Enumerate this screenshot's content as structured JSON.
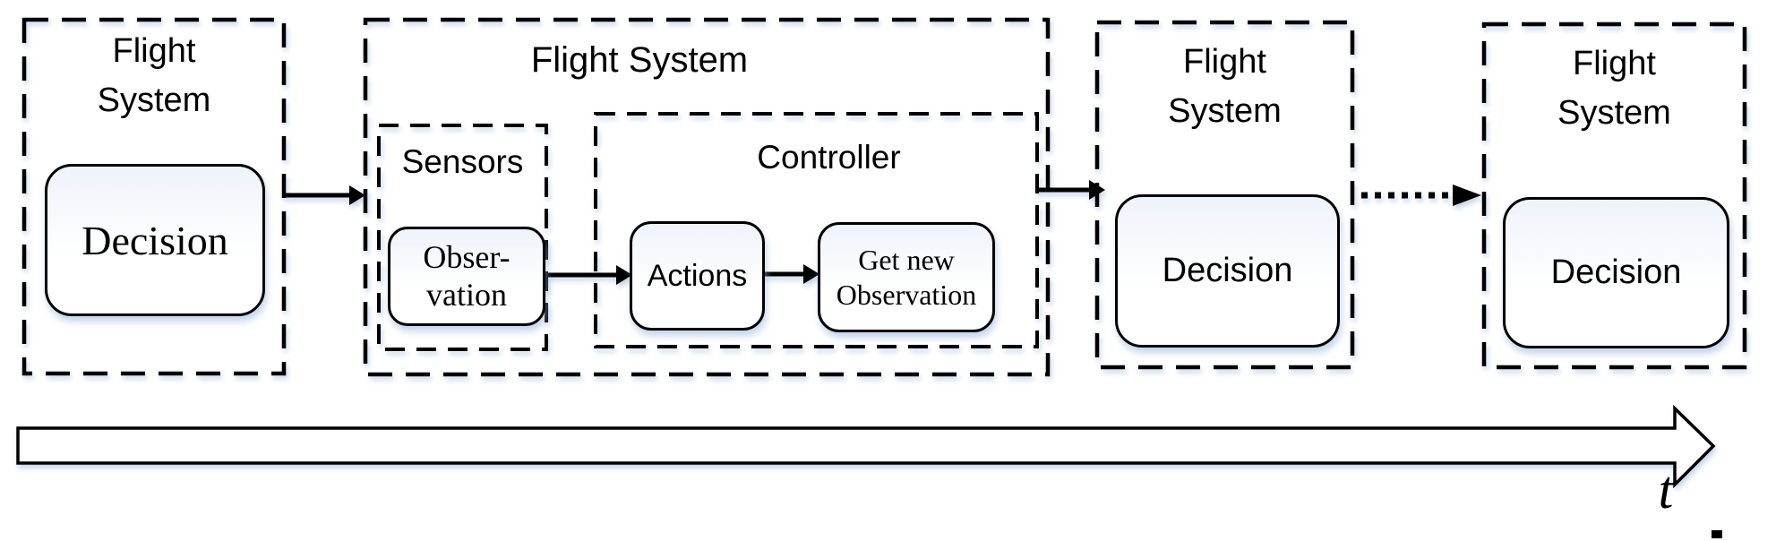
{
  "colors": {
    "line": "#000000",
    "background": "#ffffff",
    "shadow_tint": "#c7d6ee"
  },
  "stage1": {
    "title_line1": "Flight",
    "title_line2": "System",
    "decision": "Decision"
  },
  "stage2": {
    "title": "Flight System",
    "sensors_label": "Sensors",
    "observation_line1": "Obser-",
    "observation_line2": "vation",
    "controller_label": "Controller",
    "actions": "Actions",
    "get_new_line1": "Get new",
    "get_new_line2": "Observation"
  },
  "stage3": {
    "title_line1": "Flight",
    "title_line2": "System",
    "decision": "Decision"
  },
  "stage4": {
    "title_line1": "Flight",
    "title_line2": "System",
    "decision": "Decision"
  },
  "timeline": {
    "label": "t"
  }
}
